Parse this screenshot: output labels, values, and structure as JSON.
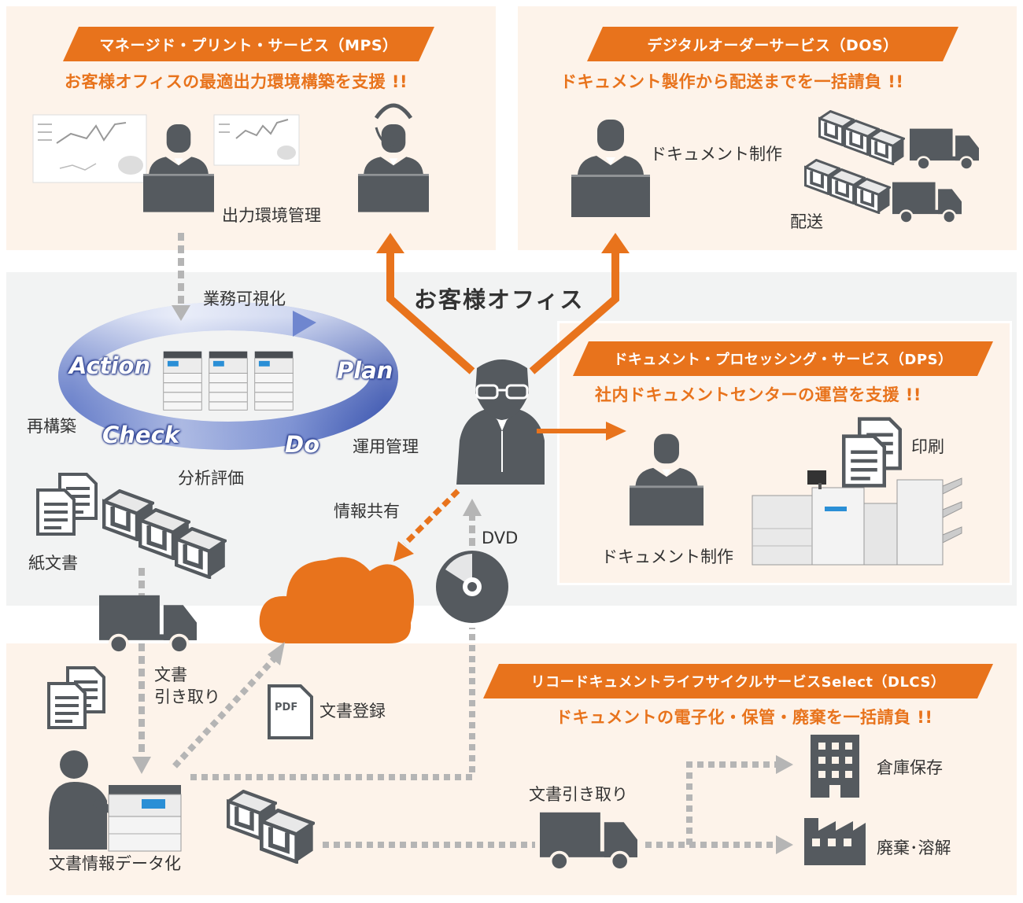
{
  "colors": {
    "orange": "#e8731c",
    "panel_bg": "#fdf3ea",
    "center_bg": "#f2f3f3",
    "icon_gray": "#555a5f",
    "arrow_gray": "#b5b5b5"
  },
  "mps": {
    "title": "マネージド・プリント・サービス（MPS）",
    "subtitle": "お客様オフィスの最適出力環境構築を支援 !!",
    "label_output": "出力環境管理"
  },
  "dos": {
    "title": "デジタルオーダーサービス（DOS）",
    "subtitle": "ドキュメント製作から配送までを一括請負 !!",
    "label_document": "ドキュメント制作",
    "label_delivery": "配送"
  },
  "center": {
    "title": "お客様オフィス",
    "visualize": "業務可視化",
    "rebuild": "再構築",
    "operation": "運用管理",
    "analysis": "分析評価",
    "info_share": "情報共有",
    "dvd": "DVD",
    "paper_docs": "紙文書"
  },
  "pdca": {
    "action": "Action",
    "plan": "Plan",
    "check": "Check",
    "do": "Do"
  },
  "dps": {
    "title": "ドキュメント・プロセッシング・サービス（DPS）",
    "subtitle": "社内ドキュメントセンターの運営を支援 !!",
    "label_print": "印刷",
    "label_document": "ドキュメント制作"
  },
  "dlcs": {
    "title": "リコードキュメントライフサイクルサービスSelect（DLCS）",
    "subtitle": "ドキュメントの電子化・保管・廃棄を一括請負 !!",
    "pickup_line1": "文書",
    "pickup_line2": "引き取り",
    "pdf_icon": "PDF",
    "register": "文書登録",
    "digitize": "文書情報データ化",
    "pickup": "文書引き取り",
    "storage": "倉庫保存",
    "disposal": "廃棄･溶解"
  }
}
